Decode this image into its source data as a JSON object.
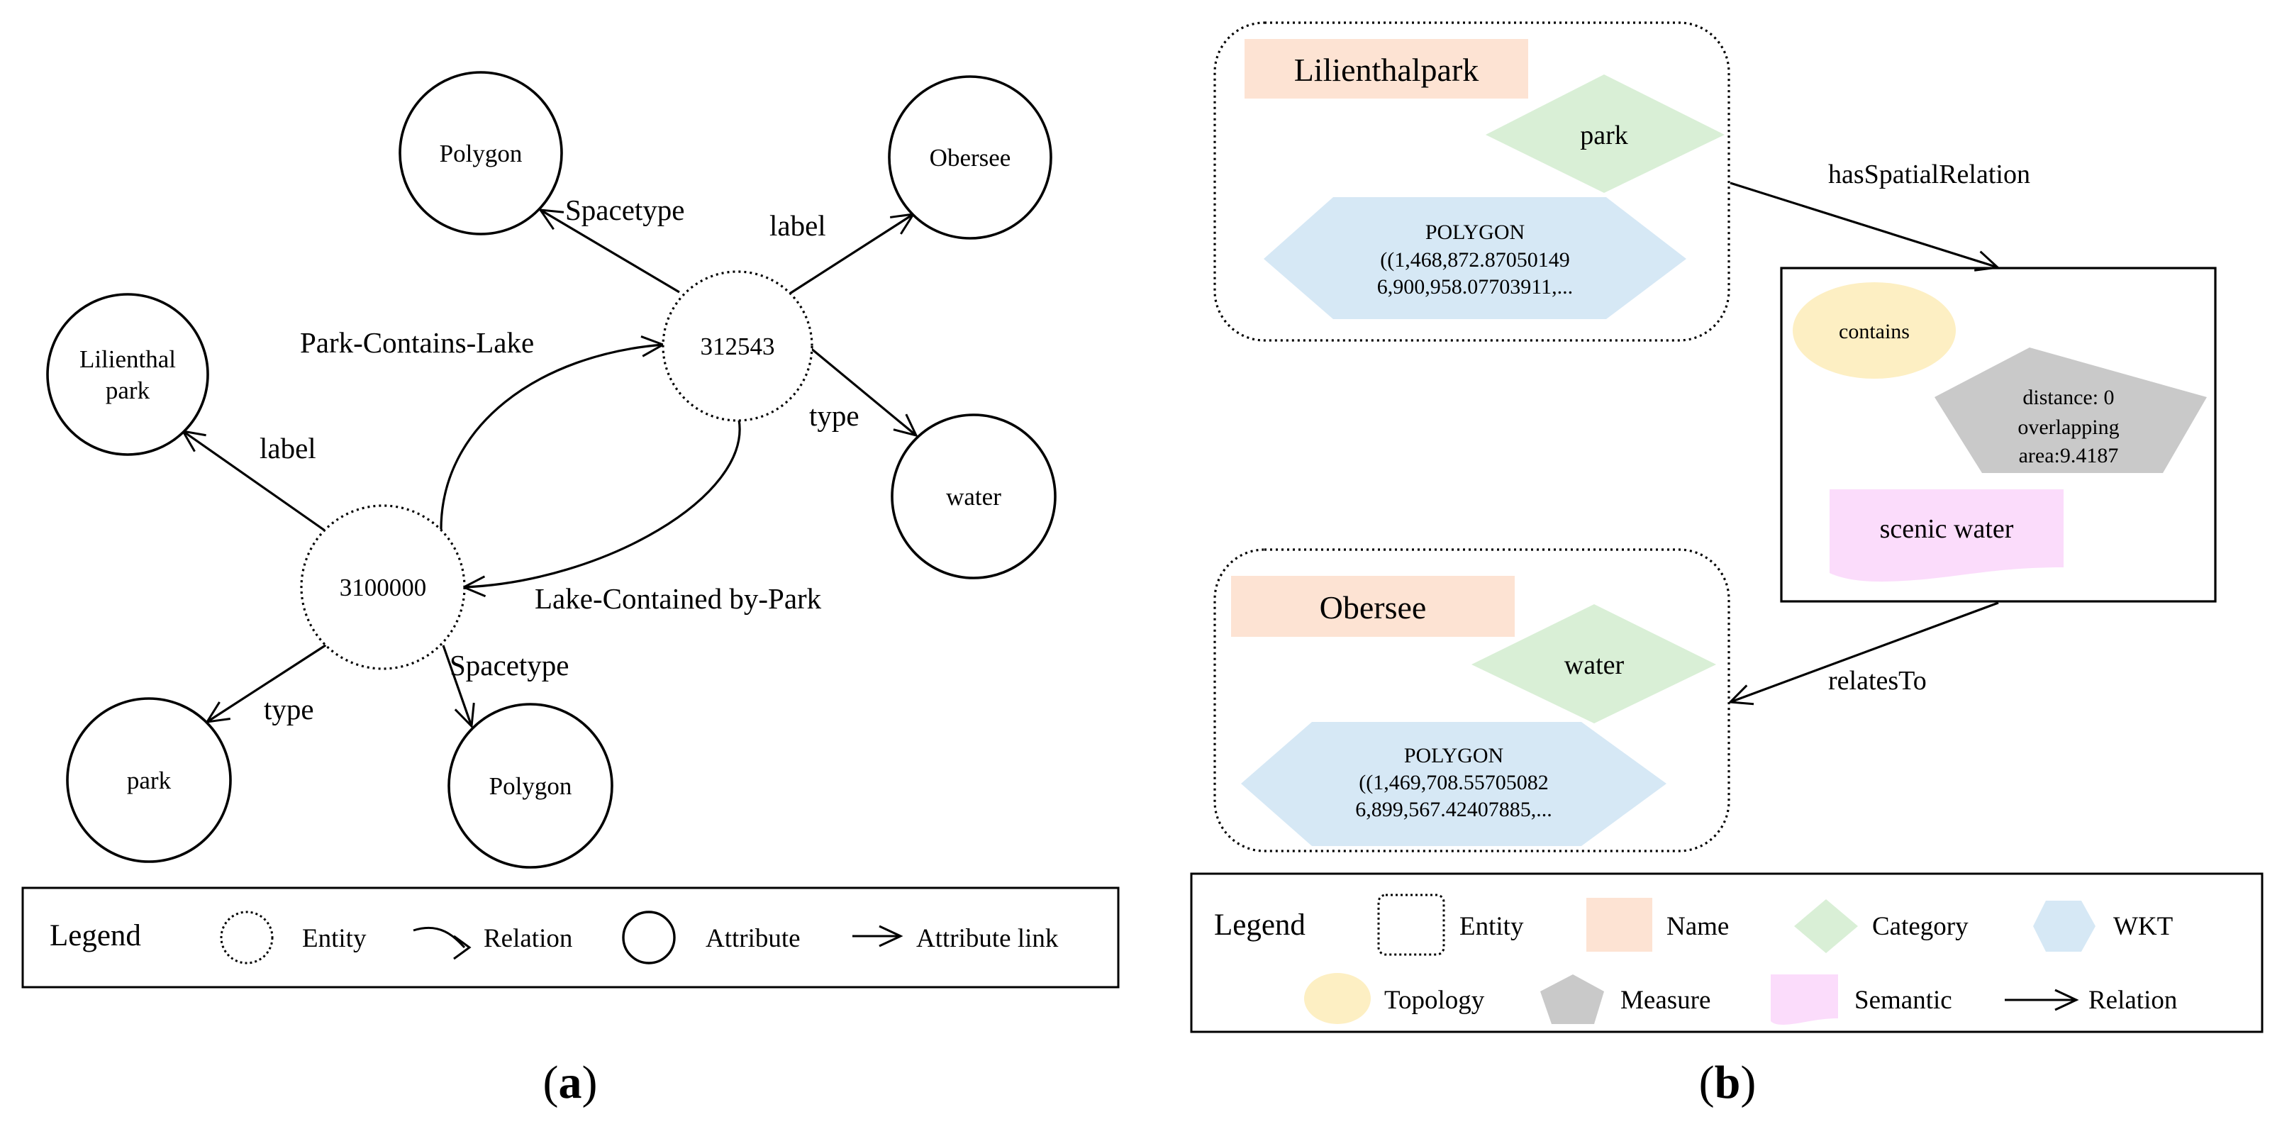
{
  "panel_a": {
    "caption_open": "(",
    "caption_letter": "a",
    "caption_close": ")",
    "nodes": {
      "entity_park": "3100000",
      "entity_lake": "312543",
      "attr_lilienthal_line1": "Lilienthal",
      "attr_lilienthal_line2": "park",
      "attr_park": "park",
      "attr_polygon_park": "Polygon",
      "attr_polygon_lake": "Polygon",
      "attr_obersee": "Obersee",
      "attr_water": "water"
    },
    "edges": {
      "park_label": "label",
      "park_type": "type",
      "park_spacetype": "Spacetype",
      "lake_spacetype": "Spacetype",
      "lake_label": "label",
      "lake_type": "type",
      "park_contains_lake": "Park-Contains-Lake",
      "lake_contained_by_park": "Lake-Contained by-Park"
    },
    "legend": {
      "title": "Legend",
      "entity": "Entity",
      "relation": "Relation",
      "attribute": "Attribute",
      "attribute_link": "Attribute link"
    }
  },
  "panel_b": {
    "caption_open": "(",
    "caption_letter": "b",
    "caption_close": ")",
    "entity1": {
      "name": "Lilienthalpark",
      "category": "park",
      "wkt_line1": "POLYGON",
      "wkt_line2": "((1,468,872.87050149",
      "wkt_line3": "6,900,958.07703911,..."
    },
    "entity2": {
      "name": "Obersee",
      "category": "water",
      "wkt_line1": "POLYGON",
      "wkt_line2": "((1,469,708.55705082",
      "wkt_line3": "6,899,567.42407885,..."
    },
    "relation_box": {
      "topology": "contains",
      "measure_line1": "distance: 0",
      "measure_line2": "overlapping",
      "measure_line3": "area:9.4187",
      "semantic": "scenic water"
    },
    "edges": {
      "has_spatial_relation": "hasSpatialRelation",
      "relates_to": "relatesTo"
    },
    "legend": {
      "title": "Legend",
      "entity": "Entity",
      "name": "Name",
      "category": "Category",
      "wkt": "WKT",
      "topology": "Topology",
      "measure": "Measure",
      "semantic": "Semantic",
      "relation": "Relation"
    },
    "colors": {
      "name": "#fde3d3",
      "category": "#d9efd6",
      "wkt": "#d6e8f5",
      "topology": "#fdefc3",
      "measure": "#c9c9c9",
      "semantic": "#fbdcfb"
    }
  }
}
